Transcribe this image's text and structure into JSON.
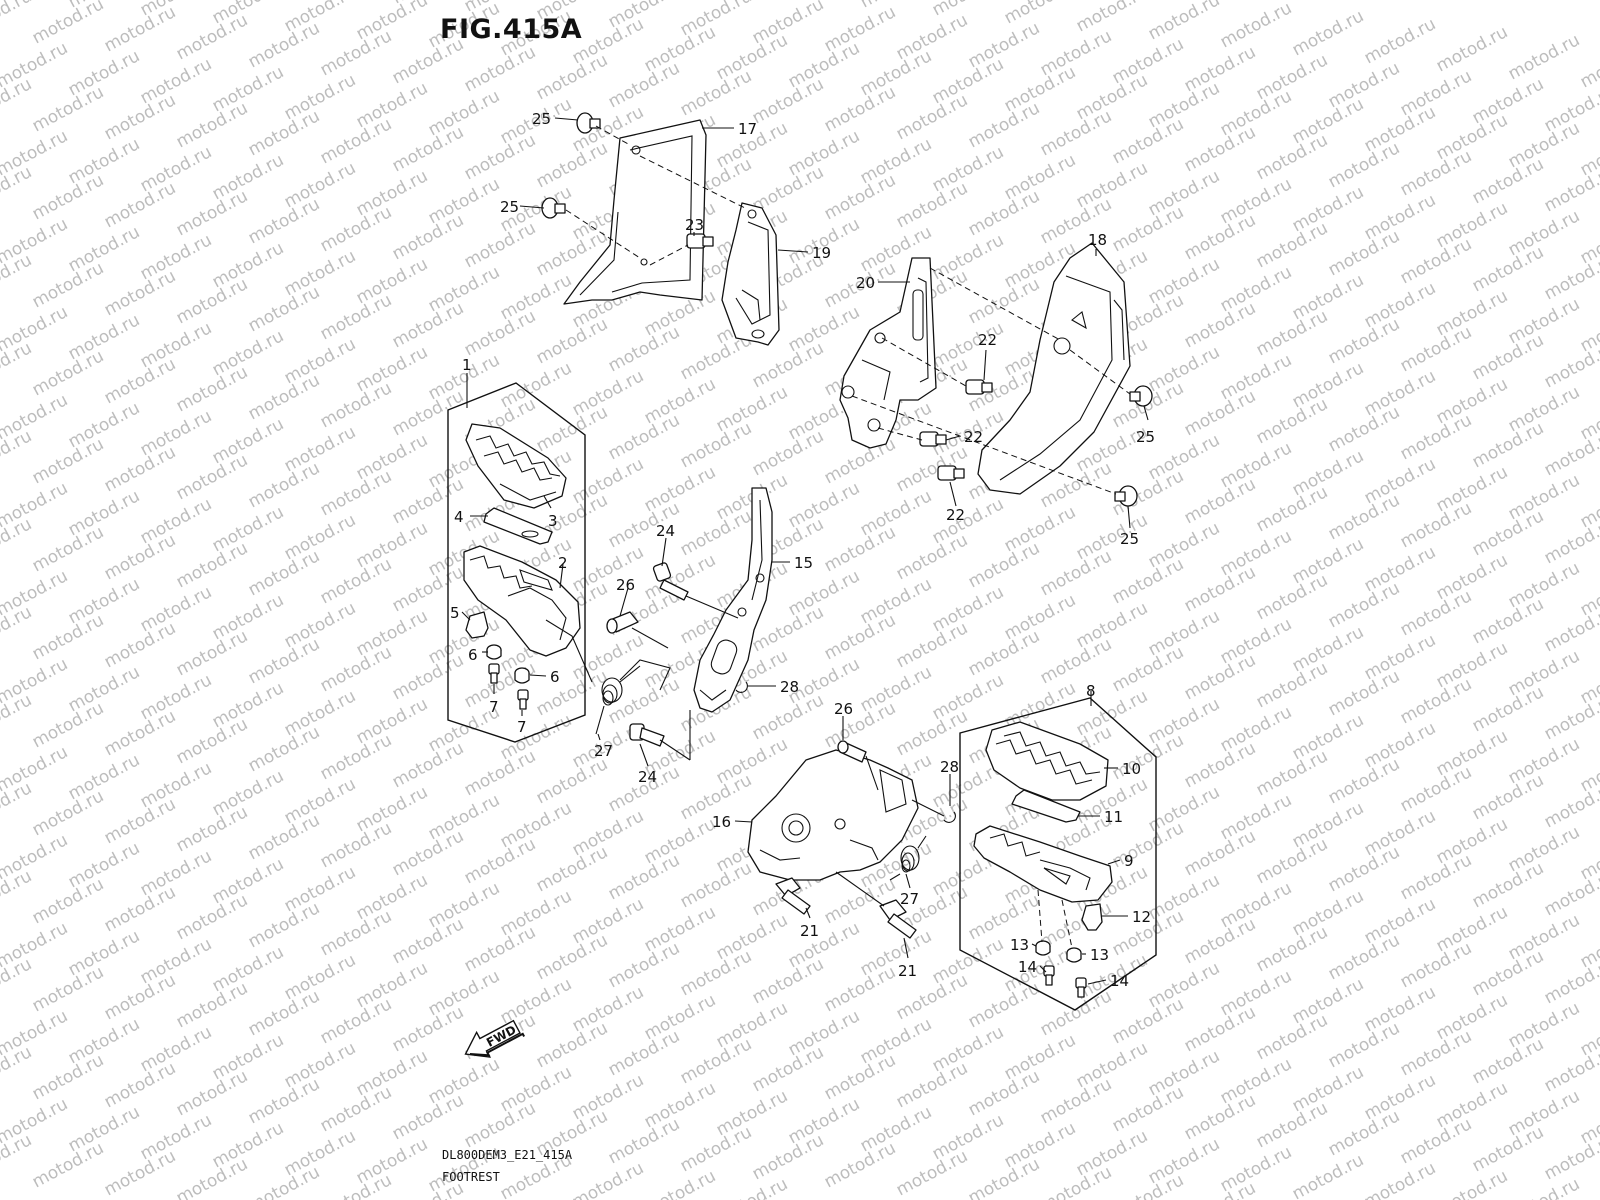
{
  "figure": {
    "title": "FIG.415A",
    "drawing_code": "DL800DEM3_E21_415A",
    "drawing_name": "FOOTREST"
  },
  "watermark": {
    "text": "motod.ru"
  },
  "fwd_arrow": {
    "label": "FWD"
  },
  "callouts": {
    "c1": "1",
    "c2": "2",
    "c3": "3",
    "c4": "4",
    "c5": "5",
    "c6a": "6",
    "c6b": "6",
    "c7a": "7",
    "c7b": "7",
    "c8": "8",
    "c9": "9",
    "c10": "10",
    "c11": "11",
    "c12": "12",
    "c13a": "13",
    "c13b": "13",
    "c14a": "14",
    "c14b": "14",
    "c15": "15",
    "c16": "16",
    "c17": "17",
    "c18": "18",
    "c19": "19",
    "c20": "20",
    "c21a": "21",
    "c21b": "21",
    "c22a": "22",
    "c22b": "22",
    "c22c": "22",
    "c23": "23",
    "c24a": "24",
    "c24b": "24",
    "c25a": "25",
    "c25b": "25",
    "c25c": "25",
    "c25d": "25",
    "c26a": "26",
    "c26b": "26",
    "c27a": "27",
    "c27b": "27",
    "c28a": "28",
    "c28b": "28"
  }
}
